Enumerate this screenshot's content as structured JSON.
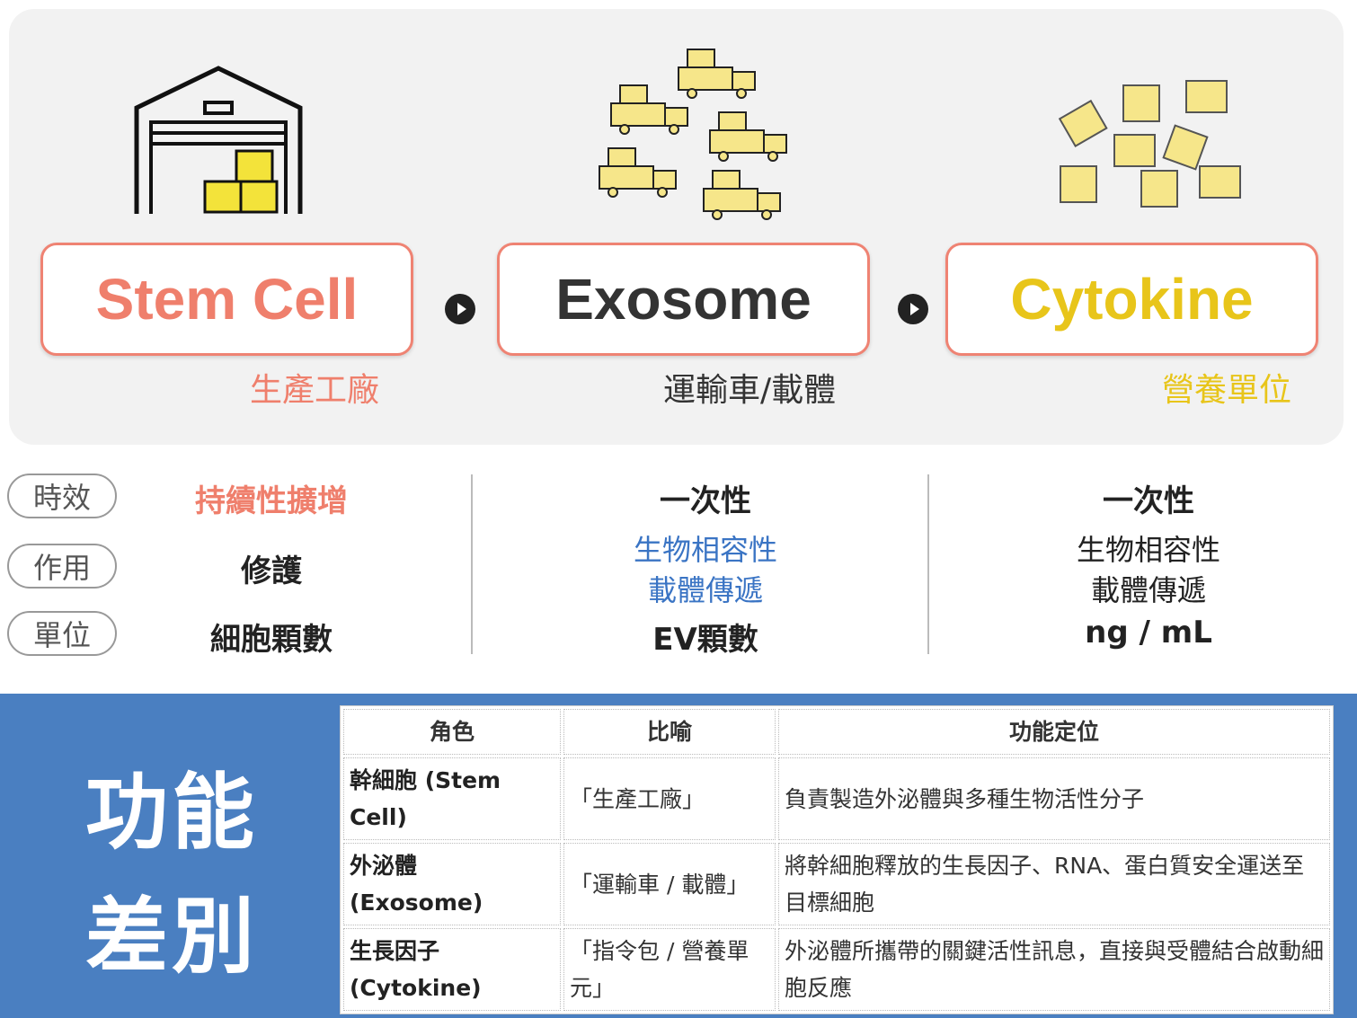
{
  "flow": {
    "items": [
      {
        "title": "Stem  Cell",
        "subtitle": "生產工廠",
        "color": "#ef7f6c",
        "icon": "warehouse-icon"
      },
      {
        "title": "Exosome",
        "subtitle": "運輸車/載體",
        "color": "#333333",
        "icon": "delivery-trucks-icon"
      },
      {
        "title": "Cytokine",
        "subtitle": "營養單位",
        "color": "#e8c51a",
        "icon": "packages-icon"
      }
    ]
  },
  "compare": {
    "labels": [
      "時效",
      "作用",
      "單位"
    ],
    "stem_cell": {
      "time": "持續性擴增",
      "function": "修護",
      "unit": "細胞顆數"
    },
    "exosome": {
      "time": "一次性",
      "function_1": "生物相容性",
      "function_2": "載體傳遞",
      "unit": "EV顆數"
    },
    "cytokine": {
      "time": "一次性",
      "function_1": "生物相容性",
      "function_2": "載體傳遞",
      "unit": "ng / mL"
    }
  },
  "banner": {
    "line1": "功能",
    "line2": "差別"
  },
  "table": {
    "headers": [
      "角色",
      "比喻",
      "功能定位"
    ],
    "rows": [
      [
        "幹細胞 (Stem Cell)",
        "「生產工廠」",
        "負責製造外泌體與多種生物活性分子"
      ],
      [
        "外泌體 (Exosome)",
        "「運輸車 / 載體」",
        "將幹細胞釋放的生長因子、RNA、蛋白質安全運送至目標細胞"
      ],
      [
        "生長因子 (Cytokine)",
        "「指令包 / 營養單元」",
        "外泌體所攜帶的關鍵活性訊息，直接與受體結合啟動細胞反應"
      ]
    ]
  }
}
